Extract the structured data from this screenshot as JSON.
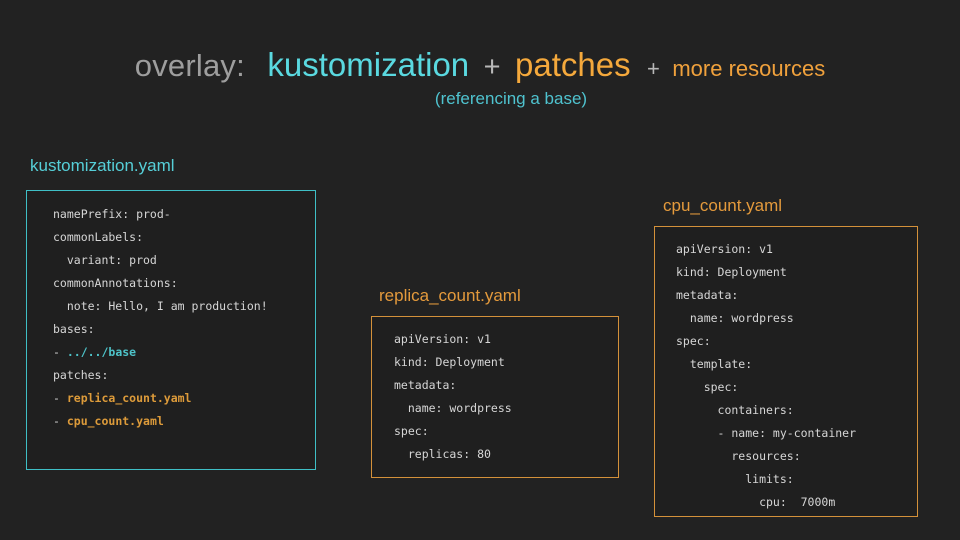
{
  "background_color": "#222222",
  "title": {
    "overlay_label": "overlay:",
    "kustomization_label": "kustomization",
    "plus_1": "+",
    "patches_label": "patches",
    "plus_2": "+",
    "more_resources_label": "more resources",
    "subtitle": "(referencing a base)",
    "colors": {
      "overlay": "#9e9e9e",
      "kustomization": "#5ad9e0",
      "plus": "#b8b8b8",
      "patches": "#f5a93c",
      "more_resources": "#f0a13c",
      "subtitle": "#4fc3cf"
    }
  },
  "cards": {
    "kustomization": {
      "title": "kustomization.yaml",
      "border_color": "#3fbfc6",
      "title_color": "#56cfd8",
      "lines": [
        {
          "text": "namePrefix: prod-",
          "style": "plain"
        },
        {
          "text": "commonLabels:",
          "style": "plain"
        },
        {
          "text": "  variant: prod",
          "style": "plain"
        },
        {
          "text": "commonAnnotations:",
          "style": "plain"
        },
        {
          "text": "  note: Hello, I am production!",
          "style": "plain"
        },
        {
          "text": "bases:",
          "style": "plain"
        },
        {
          "dash": "- ",
          "text": "../../base",
          "style": "cyan"
        },
        {
          "text": "patches:",
          "style": "plain"
        },
        {
          "dash": "- ",
          "text": "replica_count.yaml",
          "style": "orange"
        },
        {
          "dash": "- ",
          "text": "cpu_count.yaml",
          "style": "orange"
        }
      ]
    },
    "replica_count": {
      "title": "replica_count.yaml",
      "border_color": "#d4913a",
      "title_color": "#e49a3c",
      "lines": [
        {
          "text": "apiVersion: v1",
          "style": "plain"
        },
        {
          "text": "kind: Deployment",
          "style": "plain"
        },
        {
          "text": "metadata:",
          "style": "plain"
        },
        {
          "text": "  name: wordpress",
          "style": "plain"
        },
        {
          "text": "spec:",
          "style": "plain"
        },
        {
          "text": "  replicas: 80",
          "style": "plain"
        }
      ]
    },
    "cpu_count": {
      "title": "cpu_count.yaml",
      "border_color": "#d4913a",
      "title_color": "#e49a3c",
      "lines": [
        {
          "text": "apiVersion: v1",
          "style": "plain"
        },
        {
          "text": "kind: Deployment",
          "style": "plain"
        },
        {
          "text": "metadata:",
          "style": "plain"
        },
        {
          "text": "  name: wordpress",
          "style": "plain"
        },
        {
          "text": "spec:",
          "style": "plain"
        },
        {
          "text": "  template:",
          "style": "plain"
        },
        {
          "text": "    spec:",
          "style": "plain"
        },
        {
          "text": "      containers:",
          "style": "plain"
        },
        {
          "text": "      - name: my-container",
          "style": "plain"
        },
        {
          "text": "        resources:",
          "style": "plain"
        },
        {
          "text": "          limits:",
          "style": "plain"
        },
        {
          "text": "            cpu:  7000m",
          "style": "plain"
        }
      ]
    }
  }
}
